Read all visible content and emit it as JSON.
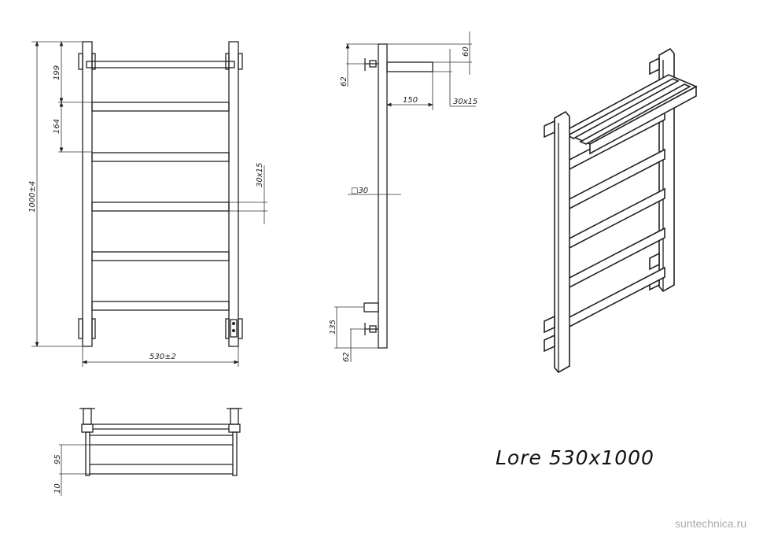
{
  "title": "Lore 530x1000",
  "watermark": "suntechnica.ru",
  "front_view": {
    "height_dim": "1000±4",
    "width_dim": "530±2",
    "top_offset_dim": "199",
    "rung_spacing_dim": "164",
    "rung_profile_dim": "30x15"
  },
  "side_view": {
    "top_mount_dim": "62",
    "shelf_offset_dim": "60",
    "shelf_depth_dim": "150",
    "shelf_profile_dim": "30x15",
    "upright_profile_dim": "□30",
    "bottom_block_dim": "135",
    "bottom_mount_dim": "62"
  },
  "top_view": {
    "rail_spacing_dim": "95",
    "bottom_offset_dim": "10"
  }
}
